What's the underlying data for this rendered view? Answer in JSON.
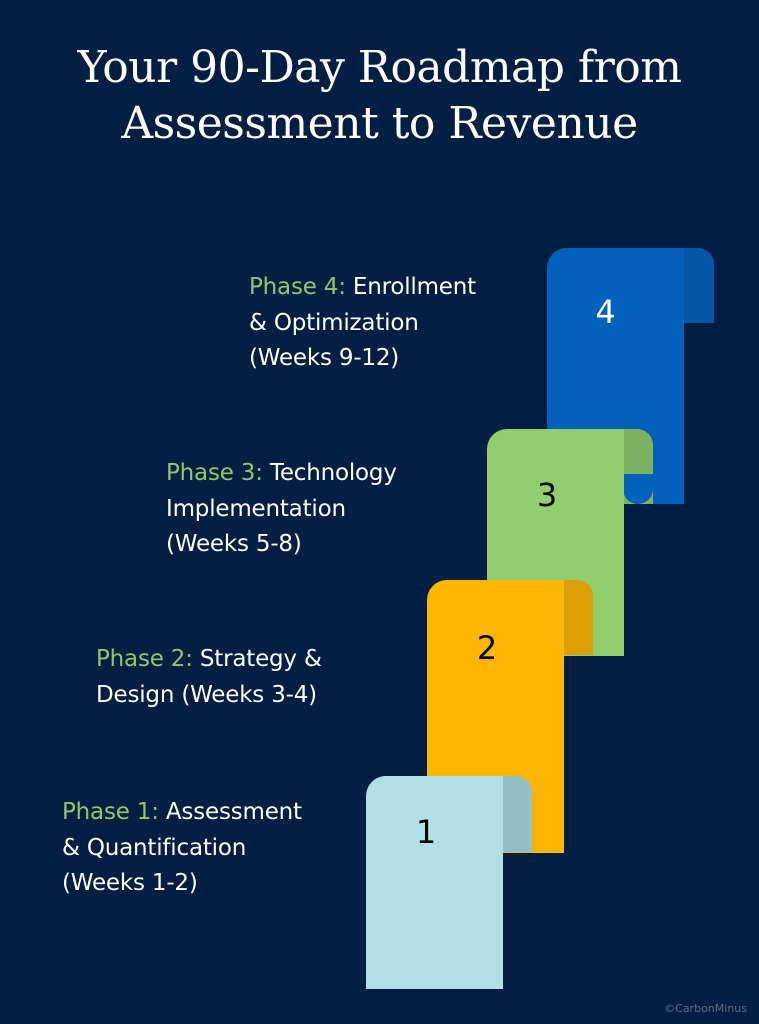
{
  "title": {
    "line1": "Your 90-Day Roadmap from",
    "line2": "Assessment to Revenue"
  },
  "phases": [
    {
      "number": "1",
      "phase_label": "Phase 1:",
      "line1": " Assessment",
      "line2": "& Quantification",
      "line3": "(Weeks 1-2)",
      "color": "#b0e0e6",
      "curl_color": "#94bfc5",
      "number_color": "#000000"
    },
    {
      "number": "2",
      "phase_label": "Phase 2:",
      "line1": " Strategy &",
      "line2": "Design (Weeks 3-4)",
      "line3": "",
      "color": "#ffb703",
      "curl_color": "#dc9f04",
      "number_color": "#000000"
    },
    {
      "number": "3",
      "phase_label": "Phase 3:",
      "line1": " Technology",
      "line2": "Implementation",
      "line3": "(Weeks 5-8)",
      "color": "#92cd6d",
      "curl_color": "#7eb261",
      "number_color": "#000000"
    },
    {
      "number": "4",
      "phase_label": "Phase 4:",
      "line1": " Enrollment",
      "line2": "& Optimization",
      "line3": "(Weeks 9-12)",
      "color": "#0262bb",
      "curl_color": "#0555a8",
      "number_color": "#ffffff"
    }
  ],
  "credit": "©CarbonMinus",
  "colors": {
    "background": "#021f43",
    "phase_accent": "#8dc96c",
    "text": "#ffffff"
  }
}
